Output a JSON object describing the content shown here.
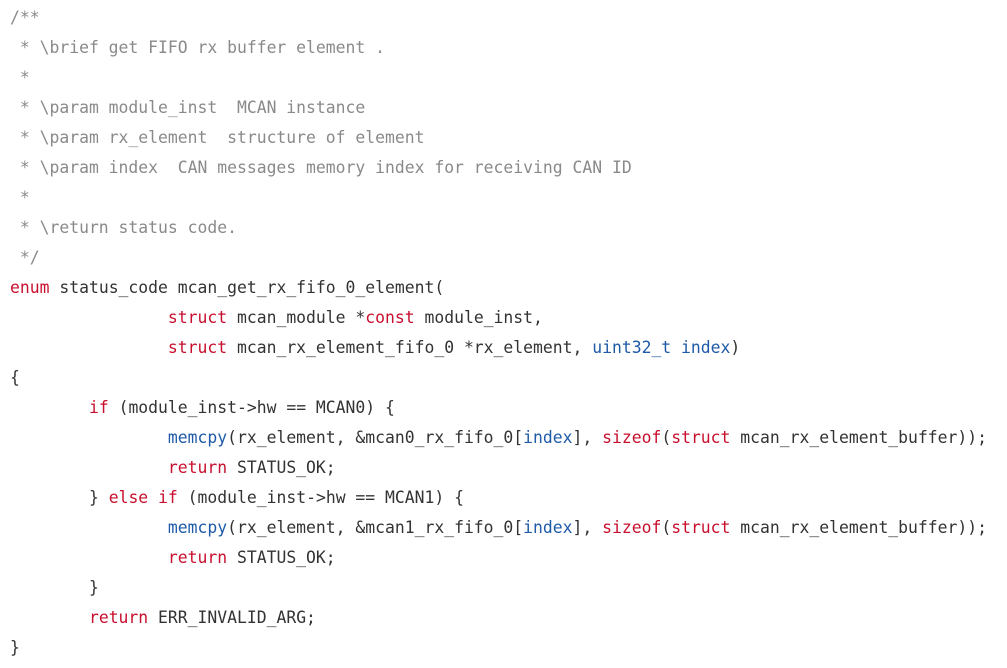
{
  "colors": {
    "keyword": "#c8102e",
    "builtin": "#1e5aa8",
    "comment": "#8a8a8a",
    "plain": "#333333"
  },
  "code_lines": [
    [
      {
        "t": "/**",
        "c": "c"
      }
    ],
    [
      {
        "t": " * \\brief get FIFO rx buffer element .",
        "c": "c"
      }
    ],
    [
      {
        "t": " *",
        "c": "c"
      }
    ],
    [
      {
        "t": " * \\param module_inst  MCAN instance",
        "c": "c"
      }
    ],
    [
      {
        "t": " * \\param rx_element  structure of element",
        "c": "c"
      }
    ],
    [
      {
        "t": " * \\param index  CAN messages memory index for receiving CAN ID",
        "c": "c"
      }
    ],
    [
      {
        "t": " *",
        "c": "c"
      }
    ],
    [
      {
        "t": " * \\return status code.",
        "c": "c"
      }
    ],
    [
      {
        "t": " */",
        "c": "c"
      }
    ],
    [
      {
        "t": "enum",
        "c": "k"
      },
      {
        "t": " status_code mcan_get_rx_fifo_0_element(",
        "c": "p"
      }
    ],
    [
      {
        "t": "\t\t",
        "c": "p"
      },
      {
        "t": "struct",
        "c": "k"
      },
      {
        "t": " mcan_module *",
        "c": "p"
      },
      {
        "t": "const",
        "c": "k"
      },
      {
        "t": " module_inst,",
        "c": "p"
      }
    ],
    [
      {
        "t": "\t\t",
        "c": "p"
      },
      {
        "t": "struct",
        "c": "k"
      },
      {
        "t": " mcan_rx_element_fifo_0 *rx_element, ",
        "c": "p"
      },
      {
        "t": "uint32_t index",
        "c": "b"
      },
      {
        "t": ")",
        "c": "p"
      }
    ],
    [
      {
        "t": "{",
        "c": "p"
      }
    ],
    [
      {
        "t": "\t",
        "c": "p"
      },
      {
        "t": "if",
        "c": "k"
      },
      {
        "t": " (module_inst->hw == MCAN0) {",
        "c": "p"
      }
    ],
    [
      {
        "t": "\t\t",
        "c": "p"
      },
      {
        "t": "memcpy",
        "c": "b"
      },
      {
        "t": "(rx_element, &mcan0_rx_fifo_0[",
        "c": "p"
      },
      {
        "t": "index",
        "c": "b"
      },
      {
        "t": "], ",
        "c": "p"
      },
      {
        "t": "sizeof",
        "c": "k"
      },
      {
        "t": "(",
        "c": "p"
      },
      {
        "t": "struct",
        "c": "k"
      },
      {
        "t": " mcan_rx_element_buffer));",
        "c": "p"
      }
    ],
    [
      {
        "t": "\t\t",
        "c": "p"
      },
      {
        "t": "return",
        "c": "k"
      },
      {
        "t": " STATUS_OK;",
        "c": "p"
      }
    ],
    [
      {
        "t": "\t} ",
        "c": "p"
      },
      {
        "t": "else",
        "c": "k"
      },
      {
        "t": " ",
        "c": "p"
      },
      {
        "t": "if",
        "c": "k"
      },
      {
        "t": " (module_inst->hw == MCAN1) {",
        "c": "p"
      }
    ],
    [
      {
        "t": "\t\t",
        "c": "p"
      },
      {
        "t": "memcpy",
        "c": "b"
      },
      {
        "t": "(rx_element, &mcan1_rx_fifo_0[",
        "c": "p"
      },
      {
        "t": "index",
        "c": "b"
      },
      {
        "t": "], ",
        "c": "p"
      },
      {
        "t": "sizeof",
        "c": "k"
      },
      {
        "t": "(",
        "c": "p"
      },
      {
        "t": "struct",
        "c": "k"
      },
      {
        "t": " mcan_rx_element_buffer));",
        "c": "p"
      }
    ],
    [
      {
        "t": "\t\t",
        "c": "p"
      },
      {
        "t": "return",
        "c": "k"
      },
      {
        "t": " STATUS_OK;",
        "c": "p"
      }
    ],
    [
      {
        "t": "\t}",
        "c": "p"
      }
    ],
    [
      {
        "t": "\t",
        "c": "p"
      },
      {
        "t": "return",
        "c": "k"
      },
      {
        "t": " ERR_INVALID_ARG;",
        "c": "p"
      }
    ],
    [
      {
        "t": "}",
        "c": "p"
      }
    ]
  ]
}
